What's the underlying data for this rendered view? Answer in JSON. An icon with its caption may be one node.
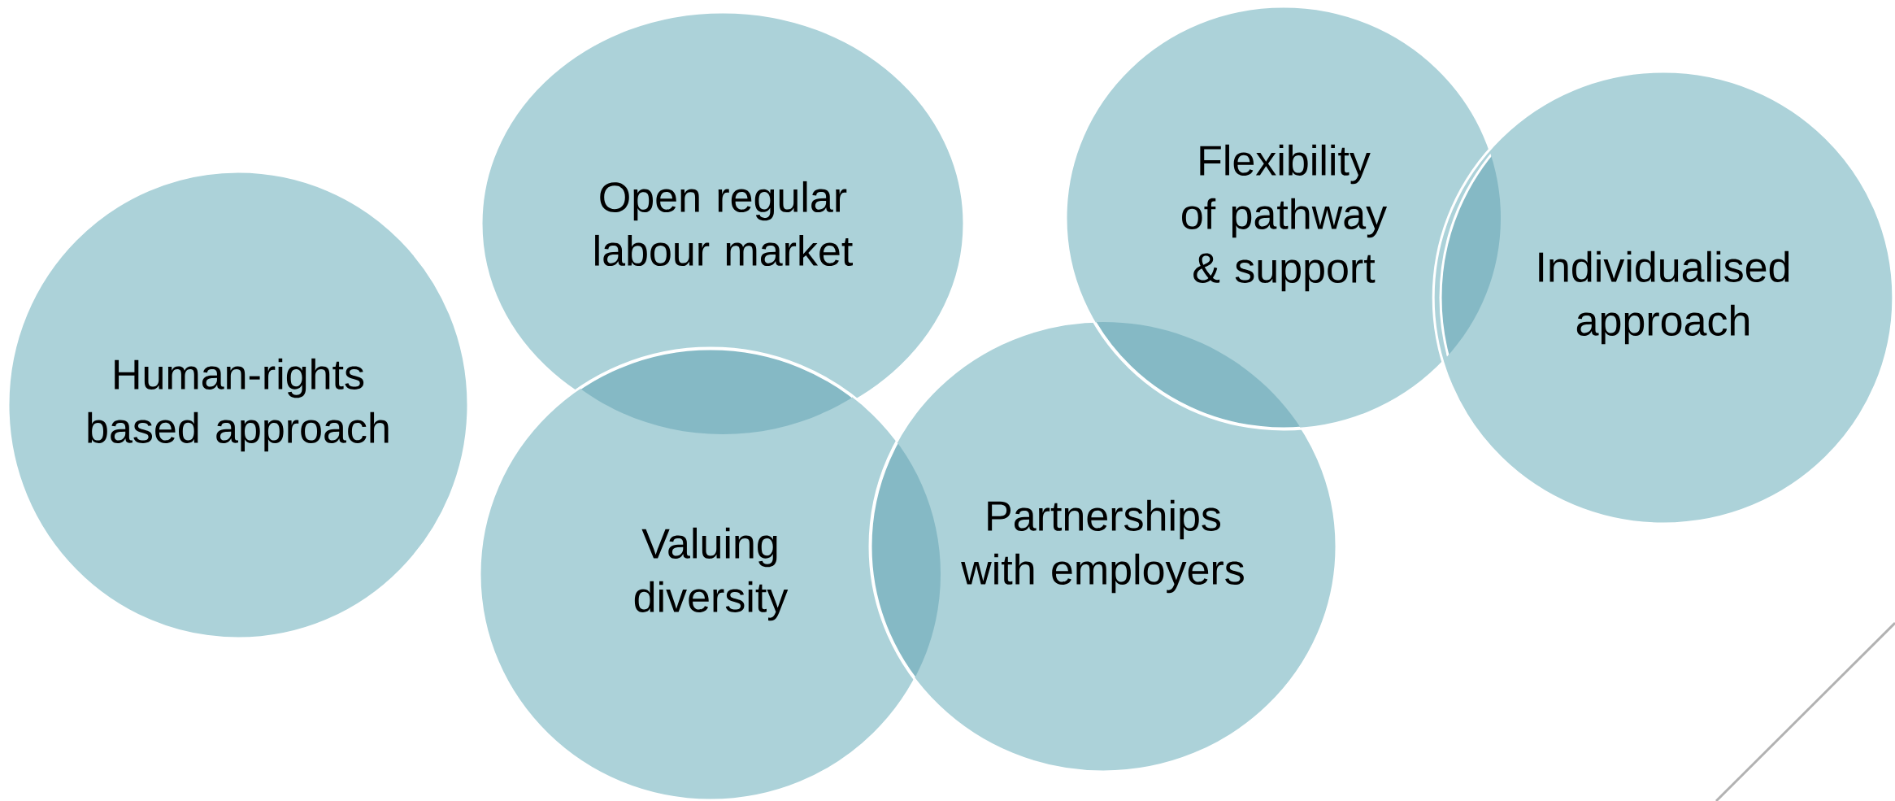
{
  "diagram": {
    "nodes": [
      {
        "text": [
          "Human-rights based approach"
        ]
      },
      {
        "text": [
          "Open regular labour market"
        ]
      },
      {
        "text": [
          "Valuing diversity"
        ]
      },
      {
        "text": [
          "Partnerships with employers"
        ]
      },
      {
        "text": [
          "Flexibility of pathway & support"
        ]
      },
      {
        "text": [
          "Individualised approach"
        ]
      }
    ]
  }
}
